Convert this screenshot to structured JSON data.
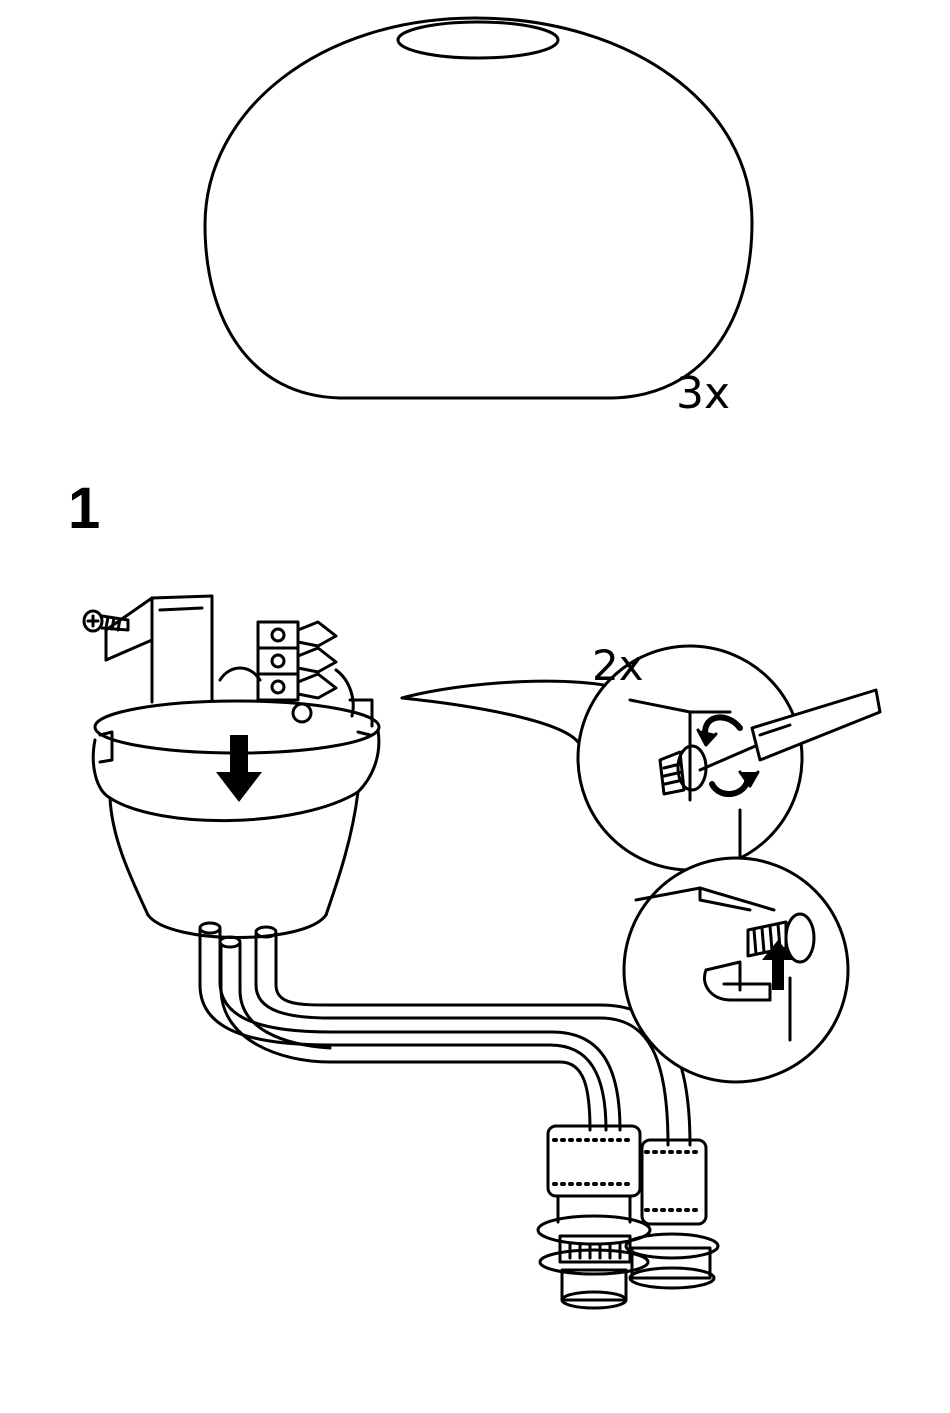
{
  "parts": {
    "shade_qty": "3x"
  },
  "step": {
    "number": "1",
    "screw_qty": "2x"
  },
  "icons": {
    "arrows": [
      "down-arrow-icon",
      "rotate-arrow-icon",
      "up-arrow-icon"
    ]
  }
}
